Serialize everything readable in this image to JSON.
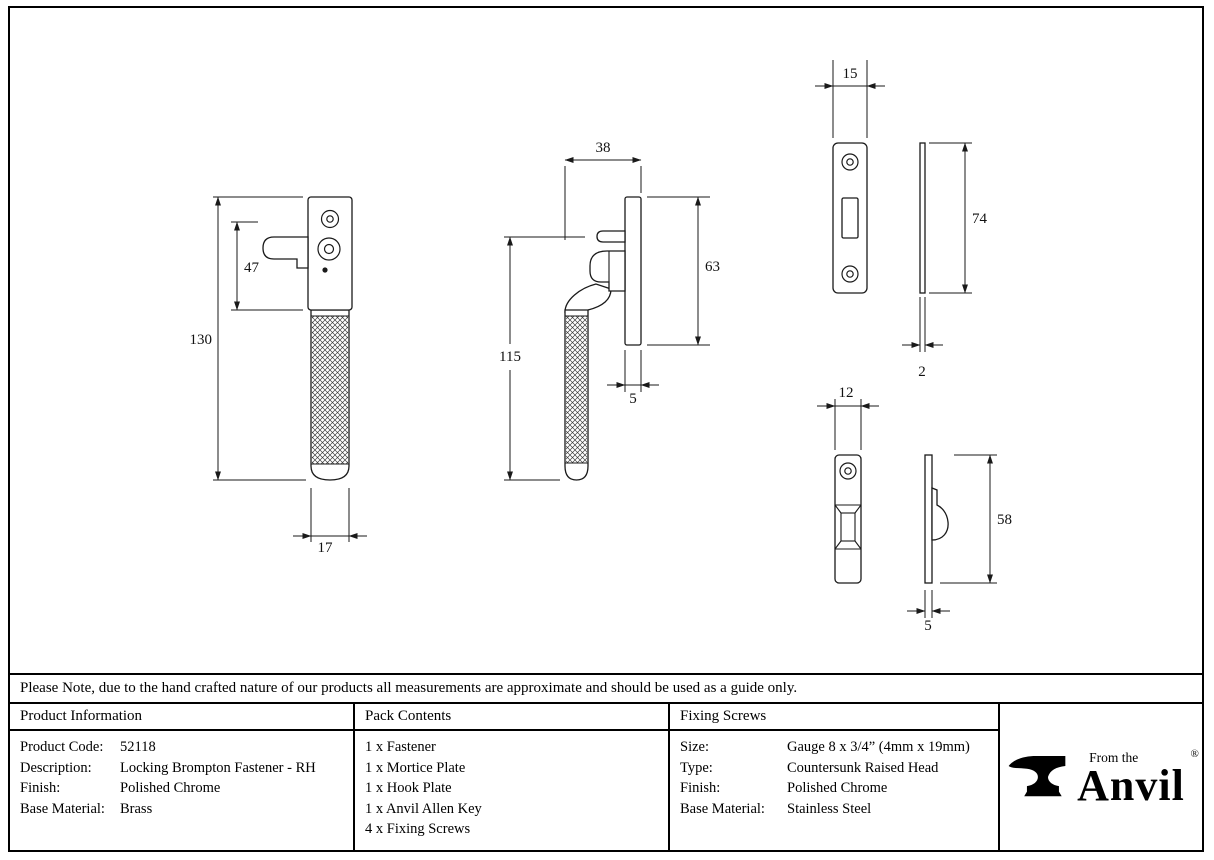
{
  "note": "Please Note, due to the hand crafted nature of our products all measurements are approximate and should be used as a guide only.",
  "sections": {
    "product_information": {
      "header": "Product Information",
      "rows": [
        {
          "label": "Product Code:",
          "value": "52118"
        },
        {
          "label": "Description:",
          "value": "Locking Brompton Fastener - RH"
        },
        {
          "label": "Finish:",
          "value": "Polished Chrome"
        },
        {
          "label": "Base Material:",
          "value": "Brass"
        }
      ]
    },
    "pack_contents": {
      "header": "Pack Contents",
      "items": [
        "1 x Fastener",
        "1 x Mortice Plate",
        "1 x Hook Plate",
        "1 x Anvil Allen Key",
        "4 x Fixing Screws"
      ]
    },
    "fixing_screws": {
      "header": "Fixing Screws",
      "rows": [
        {
          "label": "Size:",
          "value": "Gauge 8 x 3/4” (4mm x 19mm)"
        },
        {
          "label": "Type:",
          "value": "Countersunk Raised Head"
        },
        {
          "label": "Finish:",
          "value": "Polished Chrome"
        },
        {
          "label": "Base Material:",
          "value": "Stainless Steel"
        }
      ]
    }
  },
  "brand": {
    "tagline": "From the",
    "name": "Anvil",
    "registered": "®"
  },
  "drawings": {
    "line_color": "#1a1a1a",
    "front_view": {
      "dim_height": "130",
      "dim_handle_offset": "47",
      "dim_width": "17"
    },
    "side_view": {
      "dim_depth": "38",
      "dim_length": "115",
      "dim_plate_height": "63",
      "dim_plate_thickness": "5"
    },
    "mortice_plate": {
      "dim_width": "15",
      "dim_height": "74",
      "dim_thickness": "2"
    },
    "hook_plate": {
      "dim_width": "12",
      "dim_height": "58",
      "dim_thickness": "5"
    }
  }
}
